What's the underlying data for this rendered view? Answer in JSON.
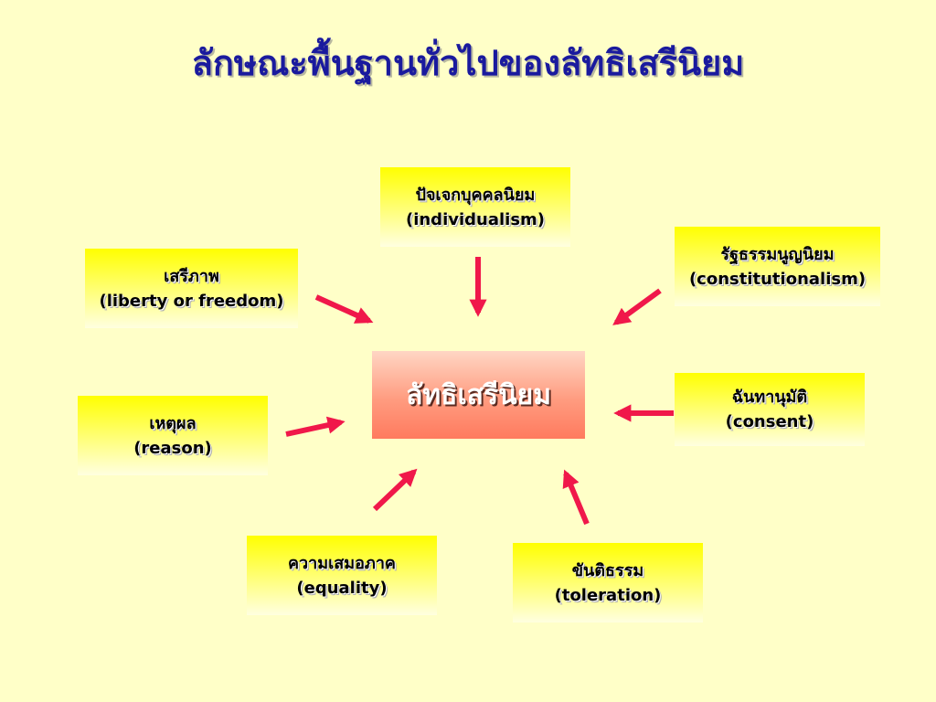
{
  "title": "ลักษณะพื้นฐานทั่วไปของลัทธิเสรีนิยม",
  "center": {
    "label": "ลัทธิเสรีนิยม"
  },
  "nodes": [
    {
      "id": "individualism",
      "thai": "ปัจเจกบุคคลนิยม",
      "english": "(individualism)"
    },
    {
      "id": "constitutionalism",
      "thai": "รัฐธรรมนูญนิยม",
      "english": "(constitutionalism)"
    },
    {
      "id": "liberty",
      "thai": "เสรีภาพ",
      "english": "(liberty or freedom)"
    },
    {
      "id": "consent",
      "thai": "ฉันทานุมัติ",
      "english": "(consent)"
    },
    {
      "id": "reason",
      "thai": "เหตุผล",
      "english": "(reason)"
    },
    {
      "id": "equality",
      "thai": "ความเสมอภาค",
      "english": "(equality)"
    },
    {
      "id": "toleration",
      "thai": "ขันติธรรม",
      "english": "(toleration)"
    }
  ],
  "colors": {
    "background": "#FFFFC8",
    "title": "#1A1A9E",
    "arrow": "#F0184A",
    "center_text": "#FFFFFF"
  }
}
